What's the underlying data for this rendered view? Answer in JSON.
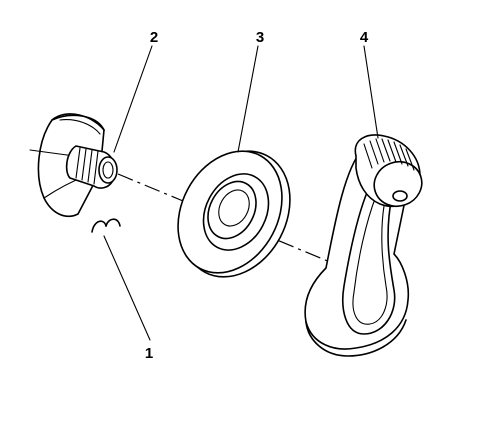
{
  "diagram": {
    "callouts": [
      {
        "label": "1",
        "part": "retaining-clip"
      },
      {
        "label": "2",
        "part": "regulator-shaft"
      },
      {
        "label": "3",
        "part": "bezel"
      },
      {
        "label": "4",
        "part": "window-crank-handle"
      }
    ]
  }
}
